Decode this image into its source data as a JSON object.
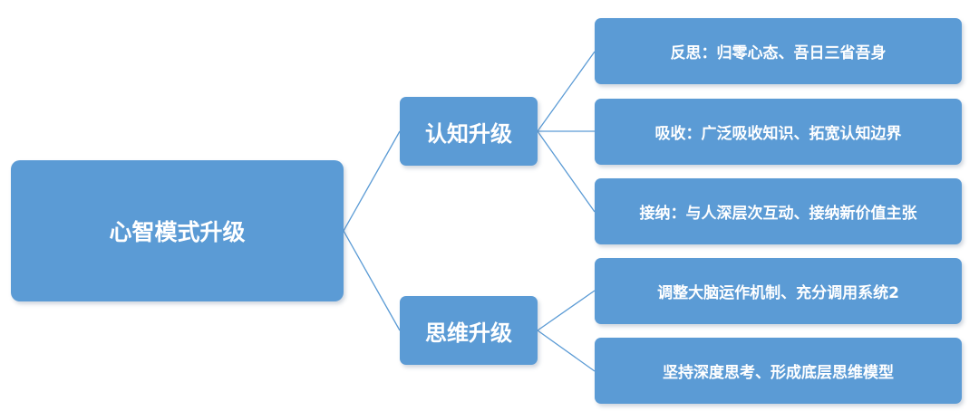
{
  "diagram": {
    "root": {
      "label": "心智模式升级"
    },
    "branches": [
      {
        "label": "认知升级",
        "children": [
          {
            "label": "反思：归零心态、吾日三省吾身"
          },
          {
            "label": "吸收：广泛吸收知识、拓宽认知边界"
          },
          {
            "label": "接纳：与人深层次互动、接纳新价值主张"
          }
        ]
      },
      {
        "label": "思维升级",
        "children": [
          {
            "label": "调整大脑运作机制、充分调用系统2"
          },
          {
            "label": "坚持深度思考、形成底层思维模型"
          }
        ]
      }
    ],
    "colors": {
      "node_fill": "#5b9bd5",
      "node_text": "#ffffff",
      "connector": "#5b9bd5"
    }
  }
}
